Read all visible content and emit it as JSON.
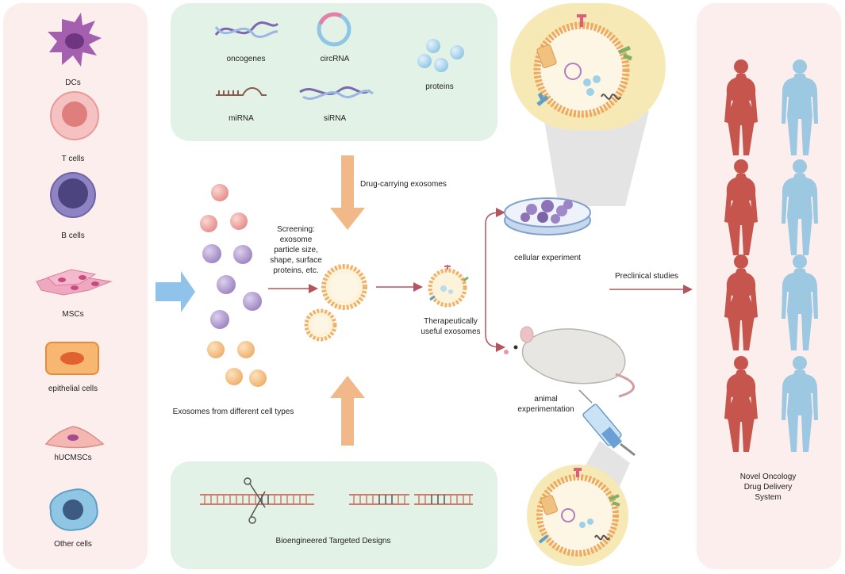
{
  "cell_types": {
    "dcs": "DCs",
    "t_cells": "T cells",
    "b_cells": "B cells",
    "mscs": "MSCs",
    "epithelial": "epithelial cells",
    "hucmscs": "hUCMSCs",
    "other": "Other cells"
  },
  "cargo": {
    "oncogenes": "oncogenes",
    "circrna": "circRNA",
    "proteins": "proteins",
    "mirna": "miRNA",
    "sirna": "siRNA"
  },
  "flow": {
    "drug_carrying": "Drug-carrying exosomes",
    "screening": [
      "Screening:",
      "exosome",
      "particle size,",
      "shape, surface",
      "proteins, etc."
    ],
    "exosomes_from_cells": "Exosomes from different cell types",
    "therapeutic": [
      "Therapeutically",
      "useful exosomes"
    ],
    "bioengineered": "Bioengineered Targeted Designs",
    "cellular_experiment": "cellular experiment",
    "animal_experimentation": [
      "animal",
      "experimentation"
    ],
    "preclinical": "Preclinical studies",
    "novel_system": [
      "Novel Oncology",
      "Drug Delivery",
      "System"
    ]
  },
  "colors": {
    "panel_pink": "#fdeeee",
    "panel_green": "#e3f2e7",
    "circle_yellow": "#f6e9b6",
    "arrow_red": "#b5545c",
    "arrow_orange": "#f1b98a",
    "arrow_blue": "#8fc3ea",
    "human_red": "#c6564d",
    "human_blue": "#9cc8e2",
    "exo_pink": "#f1a7a4",
    "exo_purple": "#a994c8",
    "exo_orange": "#f5c487"
  }
}
